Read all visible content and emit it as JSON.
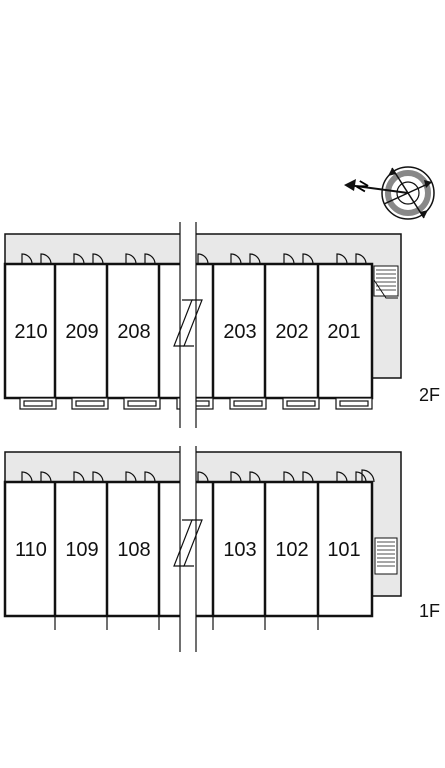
{
  "compass": {
    "label": "N"
  },
  "floors": [
    {
      "label": "2F",
      "units": [
        "210",
        "209",
        "208",
        "203",
        "202",
        "201"
      ]
    },
    {
      "label": "1F",
      "units": [
        "110",
        "109",
        "108",
        "103",
        "102",
        "101"
      ]
    }
  ],
  "colors": {
    "corridor": "#e8e8e8",
    "line": "#111111"
  }
}
